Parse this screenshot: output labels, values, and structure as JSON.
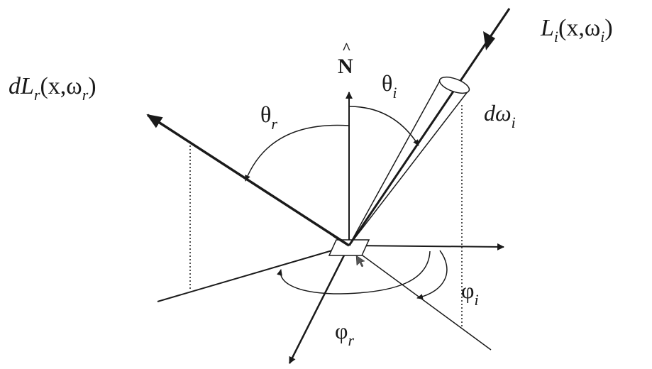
{
  "labels": {
    "normal": {
      "symbol": "N",
      "hat": "^"
    },
    "incident_radiance": {
      "main": "L",
      "sub": "i",
      "args_open": "(x,ω",
      "args_sub": "i",
      "args_close": ")"
    },
    "reflected_radiance": {
      "prefix": "d",
      "main": "L",
      "sub": "r",
      "args_open": "(x,ω",
      "args_sub": "r",
      "args_close": ")"
    },
    "theta_incident": {
      "main": "θ",
      "sub": "i"
    },
    "theta_reflected": {
      "main": "θ",
      "sub": "r"
    },
    "solid_angle": {
      "main": "dω",
      "sub": "i"
    },
    "phi_incident": {
      "main": "φ",
      "sub": "i"
    },
    "phi_reflected": {
      "main": "φ",
      "sub": "r"
    }
  },
  "colors": {
    "stroke": "#1a1a1a"
  }
}
